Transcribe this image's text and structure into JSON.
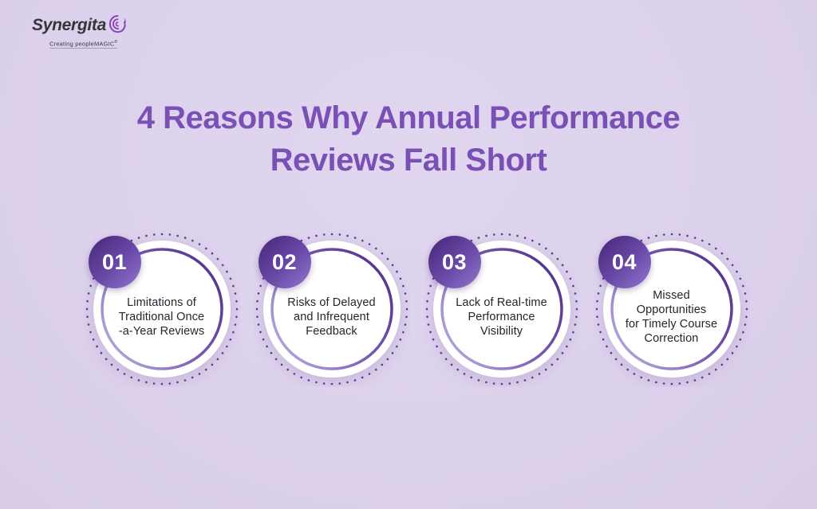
{
  "logo": {
    "name": "Synergita",
    "tagline": "Creating peopleMAGIC",
    "tagline_mark": "®",
    "icon": "swirl-icon"
  },
  "title": {
    "text": "4 Reasons Why Annual Performance\nReviews Fall Short"
  },
  "cards": [
    {
      "number": "01",
      "text": "Limitations of\nTraditional Once\n-a-Year Reviews"
    },
    {
      "number": "02",
      "text": "Risks of Delayed\nand Infrequent\nFeedback"
    },
    {
      "number": "03",
      "text": "Lack of Real-time\nPerformance\nVisibility"
    },
    {
      "number": "04",
      "text": "Missed\nOpportunities\nfor Timely Course\nCorrection"
    }
  ],
  "colors": {
    "background": "#ddd2ec",
    "title": "#7a50b7",
    "badge_gradient_start": "#4b2b7f",
    "badge_gradient_end": "#9277cf",
    "ring_dark": "#4f2f8c",
    "ring_light": "#b9abe1",
    "dots": "#5c3d94",
    "card_text": "#26242e",
    "logo_text": "#37333c",
    "brand_purple": "#8a3fc0"
  }
}
